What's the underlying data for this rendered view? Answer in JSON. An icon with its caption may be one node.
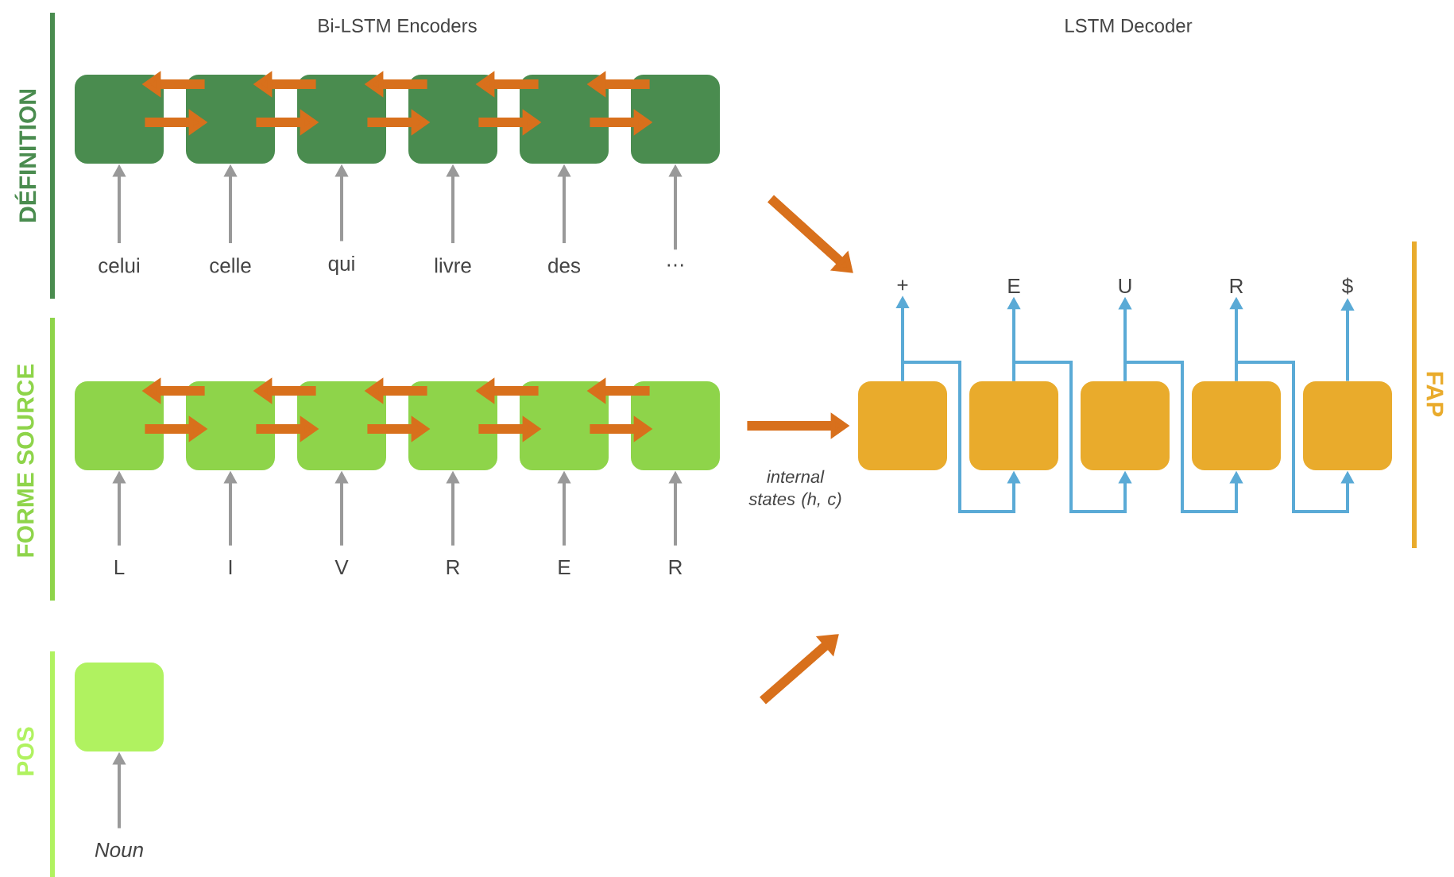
{
  "diagram": {
    "nodes": [
      {
        "text": [],
        "shape": "box"
      },
      {
        "text": [],
        "shape": "box"
      },
      {
        "text": [],
        "shape": "box"
      },
      {
        "text": [],
        "shape": "box"
      },
      {
        "text": [],
        "shape": "box"
      },
      {
        "text": [],
        "shape": "box"
      },
      {
        "text": [
          "celui"
        ]
      },
      {
        "text": [
          "celle"
        ]
      },
      {
        "text": [
          "qui"
        ]
      },
      {
        "text": [
          "livre"
        ]
      },
      {
        "text": [
          "des"
        ]
      },
      {
        "text": [
          "…"
        ]
      },
      {
        "text": [],
        "shape": "box"
      },
      {
        "text": [],
        "shape": "box"
      },
      {
        "text": [],
        "shape": "box"
      },
      {
        "text": [],
        "shape": "box"
      },
      {
        "text": [],
        "shape": "box"
      },
      {
        "text": [],
        "shape": "box"
      },
      {
        "text": [
          "L"
        ]
      },
      {
        "text": [
          "I"
        ]
      },
      {
        "text": [
          "V"
        ]
      },
      {
        "text": [
          "R"
        ]
      },
      {
        "text": [
          "E"
        ]
      },
      {
        "text": [
          "R"
        ]
      },
      {
        "text": [],
        "shape": "box"
      },
      {
        "text": [
          "Noun"
        ]
      },
      {
        "text": [],
        "shape": "box"
      },
      {
        "text": [],
        "shape": "box"
      },
      {
        "text": [],
        "shape": "box"
      },
      {
        "text": [],
        "shape": "box"
      },
      {
        "text": [],
        "shape": "box"
      },
      {
        "text": [
          "+"
        ]
      },
      {
        "text": [
          "E"
        ]
      },
      {
        "text": [
          "U"
        ]
      },
      {
        "text": [
          "R"
        ]
      },
      {
        "text": [
          "$"
        ]
      }
    ],
    "edges": [
      {
        "from": 6,
        "to": 0,
        "arrow": "to",
        "color": "#999999"
      },
      {
        "from": 7,
        "to": 1,
        "arrow": "to",
        "color": "#999999"
      },
      {
        "from": 8,
        "to": 2,
        "arrow": "to",
        "color": "#999999"
      },
      {
        "from": 9,
        "to": 3,
        "arrow": "to",
        "color": "#999999"
      },
      {
        "from": 10,
        "to": 4,
        "arrow": "to",
        "color": "#999999"
      },
      {
        "from": 11,
        "to": 5,
        "arrow": "to",
        "color": "#999999"
      },
      {
        "from": 0,
        "to": 1,
        "arrow": "to",
        "style": "thick"
      },
      {
        "from": 1,
        "to": 2,
        "arrow": "to",
        "style": "thick"
      },
      {
        "from": 2,
        "to": 3,
        "arrow": "to",
        "style": "thick"
      },
      {
        "from": 3,
        "to": 4,
        "arrow": "to",
        "style": "thick"
      },
      {
        "from": 4,
        "to": 5,
        "arrow": "to",
        "style": "thick"
      },
      {
        "from": 1,
        "to": 0,
        "arrow": "to",
        "style": "thick"
      },
      {
        "from": 2,
        "to": 1,
        "arrow": "to",
        "style": "thick"
      },
      {
        "from": 3,
        "to": 2,
        "arrow": "to",
        "style": "thick"
      },
      {
        "from": 4,
        "to": 3,
        "arrow": "to",
        "style": "thick"
      },
      {
        "from": 5,
        "to": 4,
        "arrow": "to",
        "style": "thick"
      },
      {
        "from": 18,
        "to": 12,
        "arrow": "to",
        "color": "#999999"
      },
      {
        "from": 19,
        "to": 13,
        "arrow": "to",
        "color": "#999999"
      },
      {
        "from": 20,
        "to": 14,
        "arrow": "to",
        "color": "#999999"
      },
      {
        "from": 21,
        "to": 15,
        "arrow": "to",
        "color": "#999999"
      },
      {
        "from": 22,
        "to": 16,
        "arrow": "to",
        "color": "#999999"
      },
      {
        "from": 23,
        "to": 17,
        "arrow": "to",
        "color": "#999999"
      },
      {
        "from": 12,
        "to": 13,
        "arrow": "to",
        "style": "thick"
      },
      {
        "from": 13,
        "to": 14,
        "arrow": "to",
        "style": "thick"
      },
      {
        "from": 14,
        "to": 15,
        "arrow": "to",
        "style": "thick"
      },
      {
        "from": 15,
        "to": 16,
        "arrow": "to",
        "style": "thick"
      },
      {
        "from": 16,
        "to": 17,
        "arrow": "to",
        "style": "thick"
      },
      {
        "from": 13,
        "to": 12,
        "arrow": "to",
        "style": "thick"
      },
      {
        "from": 14,
        "to": 13,
        "arrow": "to",
        "style": "thick"
      },
      {
        "from": 15,
        "to": 14,
        "arrow": "to",
        "style": "thick"
      },
      {
        "from": 16,
        "to": 15,
        "arrow": "to",
        "style": "thick"
      },
      {
        "from": 17,
        "to": 16,
        "arrow": "to",
        "style": "thick"
      },
      {
        "from": 25,
        "to": 24,
        "arrow": "to",
        "color": "#999999"
      },
      {
        "from": 17,
        "to": 26,
        "arrow": "to",
        "style": "thick",
        "label": "internal states (h, c)"
      },
      {
        "from": 26,
        "to": 31,
        "arrow": "to",
        "color": "#5aaad6"
      },
      {
        "from": 27,
        "to": 32,
        "arrow": "to",
        "color": "#5aaad6"
      },
      {
        "from": 28,
        "to": 33,
        "arrow": "to",
        "color": "#5aaad6"
      },
      {
        "from": 29,
        "to": 34,
        "arrow": "to",
        "color": "#5aaad6"
      },
      {
        "from": 30,
        "to": 35,
        "arrow": "to",
        "color": "#5aaad6"
      },
      {
        "from": 26,
        "to": 27,
        "arrow": "to",
        "color": "#5aaad6"
      },
      {
        "from": 27,
        "to": 28,
        "arrow": "to",
        "color": "#5aaad6"
      },
      {
        "from": 28,
        "to": 29,
        "arrow": "to",
        "color": "#5aaad6"
      },
      {
        "from": 29,
        "to": 30,
        "arrow": "to",
        "color": "#5aaad6"
      }
    ],
    "labels": [
      "Bi-LSTM Encoders",
      "LSTM Decoder",
      "DÉFINITION",
      "FORME SOURCE",
      "POS",
      "FAP"
    ]
  }
}
